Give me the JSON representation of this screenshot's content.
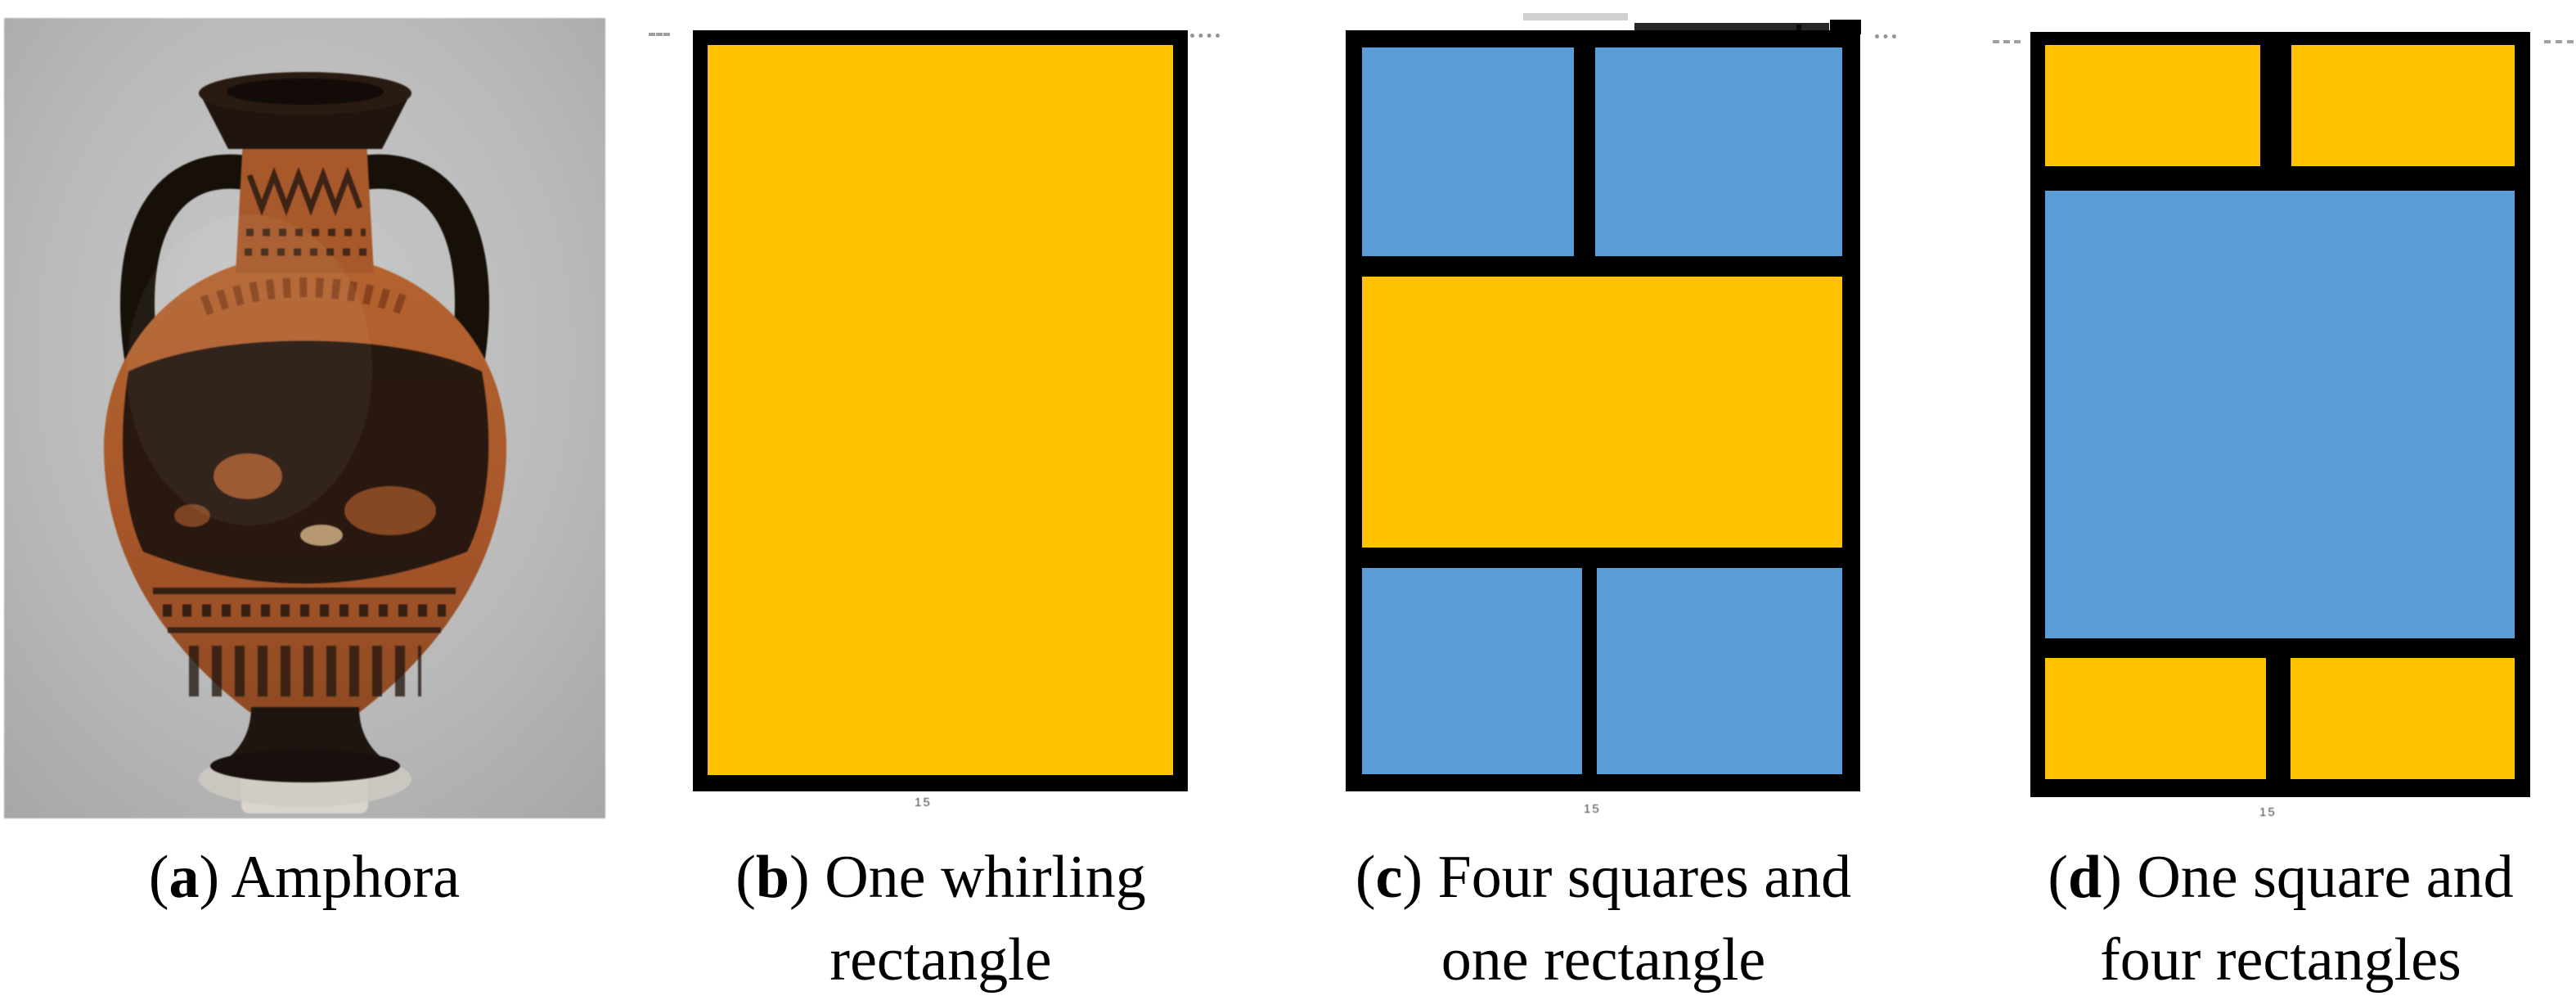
{
  "figure": {
    "punct": {
      "open": "(",
      "close": ")"
    },
    "panels": {
      "a": {
        "letter": "a",
        "caption_line1": "Amphora",
        "caption_line2": "",
        "content": "photograph of a black-figure Greek amphora on gray background"
      },
      "b": {
        "letter": "b",
        "caption_line1": "One whirling",
        "caption_line2": "rectangle",
        "content": "single gold golden-ratio rectangle with black outline"
      },
      "c": {
        "letter": "c",
        "caption_line1": "Four squares and",
        "caption_line2": "one rectangle",
        "content": "two blue squares on top, gold rectangle in middle, two blue squares below"
      },
      "d": {
        "letter": "d",
        "caption_line1": "One square and",
        "caption_line2": "four rectangles",
        "content": "two gold rectangles on top, blue square in middle, two gold rectangles below"
      }
    }
  },
  "colors": {
    "gold": "#FFC100",
    "blue": "#5A9CD6",
    "outline": "#000000",
    "photo_bg_light": "#C9C9C9",
    "photo_bg_dark": "#A9A9A9",
    "terracotta": "#AE5E2C",
    "vase_dark": "#201409"
  },
  "artifacts": {
    "tiny_label": "15"
  }
}
